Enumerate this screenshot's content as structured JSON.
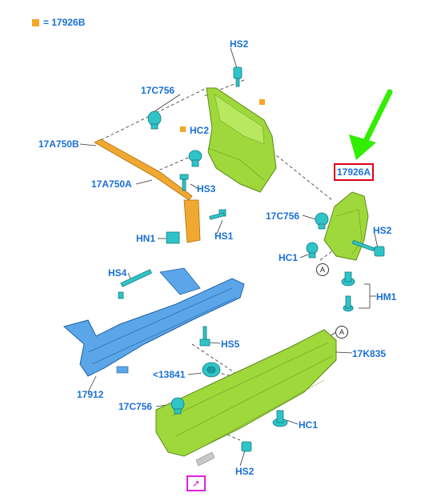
{
  "legend": {
    "symbol": "orange-square",
    "text": "= 17926B",
    "color": "#f5a623"
  },
  "highlighted_part": {
    "label": "17926A",
    "border_color": "#e0001a"
  },
  "pointer_arrow_color": "#33ee00",
  "callouts": [
    "A",
    "A"
  ],
  "parts": {
    "hs2_top": "HS2",
    "c17c756_top": "17C756",
    "c17a750b": "17A750B",
    "hc2": "HC2",
    "c17a750a": "17A750A",
    "hs3": "HS3",
    "hs1": "HS1",
    "hn1": "HN1",
    "c17c756_right": "17C756",
    "hs2_right": "HS2",
    "hc1_right": "HC1",
    "hm1": "HM1",
    "hs4": "HS4",
    "hs5": "HS5",
    "c13841": "<13841",
    "c17912": "17912",
    "c17k835": "17K835",
    "c17c756_bottom": "17C756",
    "hc1_bottom": "HC1",
    "hs2_bottom": "HS2"
  },
  "colors": {
    "label": "#1a6fd6",
    "green_part": "#9fd83a",
    "blue_part": "#5aa6e8",
    "orange_part": "#f0a830",
    "teal_clip": "#2ec4c8",
    "link_icon": "#e020e0"
  },
  "link_icon": "external-link-arrow"
}
